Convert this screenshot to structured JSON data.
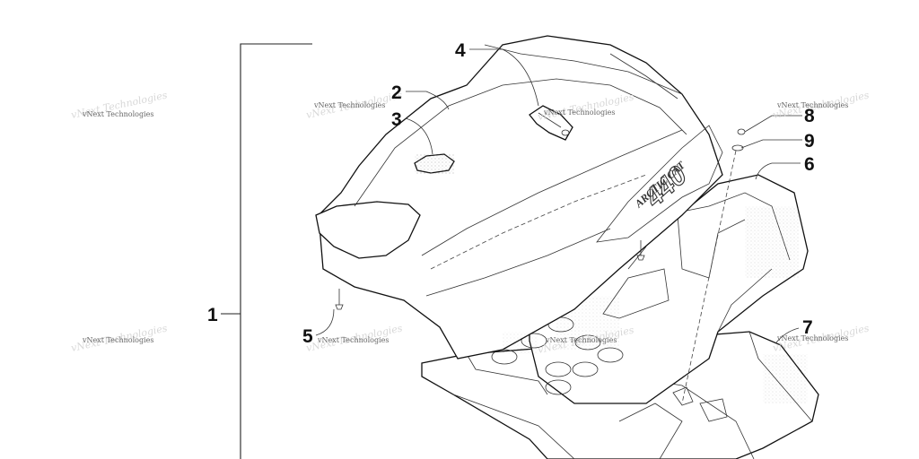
{
  "callouts": {
    "c1": "1",
    "c2": "2",
    "c3": "3",
    "c4": "4",
    "c5": "5",
    "c6": "6",
    "c7": "7",
    "c8": "8",
    "c9": "9"
  },
  "seat_graphic": {
    "brand": "ARCTIC CAT",
    "model": "440"
  },
  "watermark": {
    "text": "vNext Technologies"
  }
}
